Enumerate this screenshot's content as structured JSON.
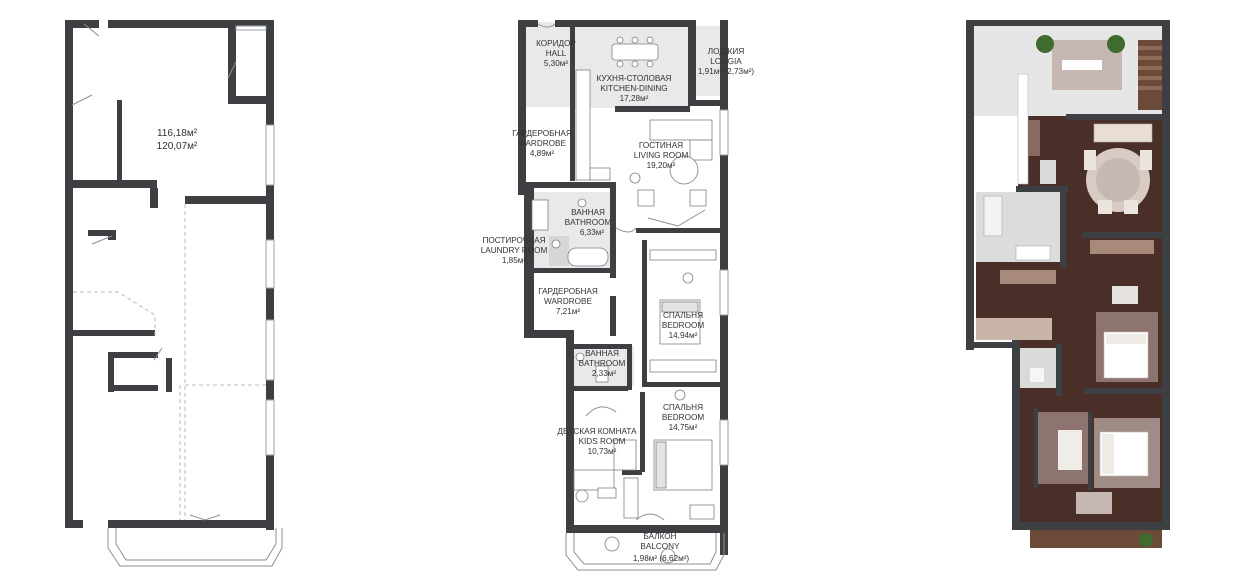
{
  "plan_a": {
    "area_total": "116,18м²",
    "area_gross": "120,07м²"
  },
  "plan_b": {
    "rooms": [
      {
        "id": "hall",
        "ru": "КОРИДОР",
        "en": "HALL",
        "area": "5,30м²"
      },
      {
        "id": "kitchen",
        "ru": "КУХНЯ-СТОЛОВАЯ",
        "en": "KITCHEN-DINING",
        "area": "17,28м²"
      },
      {
        "id": "loggia",
        "ru": "ЛОДЖИЯ",
        "en": "LOGGIA",
        "area": "1,91м² (2,73м²)"
      },
      {
        "id": "wardrobe1",
        "ru": "ГАРДЕРОБНАЯ",
        "en": "WARDROBE",
        "area": "4,89м²"
      },
      {
        "id": "living",
        "ru": "ГОСТИНАЯ",
        "en": "LIVING ROOM",
        "area": "19,20м²"
      },
      {
        "id": "bath1",
        "ru": "ВАННАЯ",
        "en": "BATHROOM",
        "area": "6,33м²"
      },
      {
        "id": "laundry",
        "ru": "ПОСТИРОЧНАЯ",
        "en": "LAUNDRY ROOM",
        "area": "1,85м²"
      },
      {
        "id": "wardrobe2",
        "ru": "ГАРДЕРОБНАЯ",
        "en": "WARDROBE",
        "area": "7,21м²"
      },
      {
        "id": "bedroom1",
        "ru": "СПАЛЬНЯ",
        "en": "BEDROOM",
        "area": "14,94м²"
      },
      {
        "id": "bath2",
        "ru": "ВАННАЯ",
        "en": "BATHROOM",
        "area": "2,33м²"
      },
      {
        "id": "bedroom2",
        "ru": "СПАЛЬНЯ",
        "en": "BEDROOM",
        "area": "14,75м²"
      },
      {
        "id": "kids",
        "ru": "ДЕТСКАЯ КОМНАТА",
        "en": "KIDS ROOM",
        "area": "10,73м²"
      },
      {
        "id": "balcony",
        "ru": "БАЛКОН",
        "en": "BALCONY",
        "area": "1,98м² (6,62м²)"
      }
    ]
  },
  "colors": {
    "wall": "#3d3f42",
    "floor_wood": "#4a2e28",
    "floor_tile": "#e9e9e9",
    "rug": "#c7b7b2"
  }
}
